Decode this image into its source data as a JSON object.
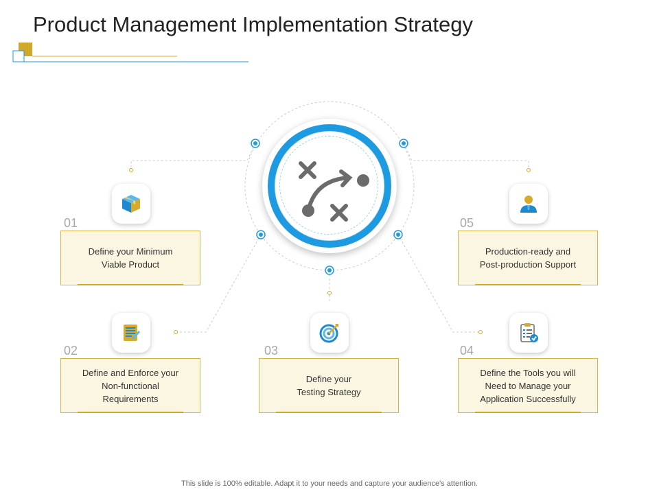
{
  "slide": {
    "title": "Product Management Implementation Strategy",
    "footer": "This slide is 100% editable. Adapt it to your needs and capture your audience's attention.",
    "center_icon": "strategy-play-icon",
    "steps": [
      {
        "number": "01",
        "text": "Define your Minimum\nViable Product",
        "icon": "box-icon"
      },
      {
        "number": "02",
        "text": "Define and Enforce your\nNon-functional\nRequirements",
        "icon": "document-edit-icon"
      },
      {
        "number": "03",
        "text": "Define your\nTesting Strategy",
        "icon": "target-icon"
      },
      {
        "number": "04",
        "text": "Define the Tools you will\nNeed to Manage your\nApplication Successfully",
        "icon": "clipboard-check-icon"
      },
      {
        "number": "05",
        "text": "Production-ready  and\nPost-production  Support",
        "icon": "user-icon"
      }
    ]
  },
  "colors": {
    "accent_blue": "#1e9ae0",
    "accent_gold": "#d2a828",
    "box_fill": "#fbf6e2",
    "icon_gray": "#6b6b6b"
  }
}
